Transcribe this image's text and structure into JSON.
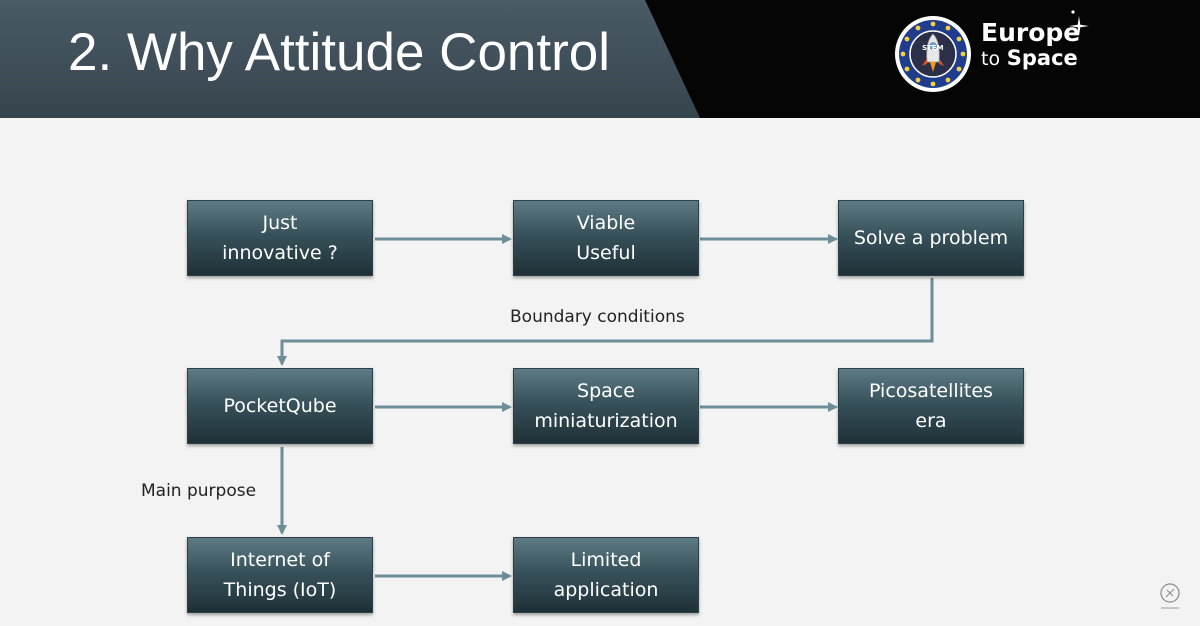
{
  "slide": {
    "title": "2. Why Attitude Control"
  },
  "logo": {
    "badge_text": "STEM",
    "line1": "Europe",
    "line2_a": "to",
    "line2_b": "Space"
  },
  "nodes": {
    "just_innovative": "Just\ninnovative ?",
    "viable_useful": "Viable\nUseful",
    "solve_problem": "Solve a problem",
    "pocketqube": "PocketQube",
    "space_miniaturization": "Space\nminiaturization",
    "picosatellites_era": "Picosatellites\nera",
    "iot": "Internet of\nThings (IoT)",
    "limited_application": "Limited\napplication"
  },
  "edge_labels": {
    "boundary_conditions": "Boundary conditions",
    "main_purpose": "Main purpose"
  },
  "colors": {
    "header_dark": "#050505",
    "title_band": "#3e4d57",
    "node_top": "#5d7b85",
    "node_bottom": "#1f3037",
    "arrow": "#6d8e98",
    "background": "#f3f3f3"
  }
}
